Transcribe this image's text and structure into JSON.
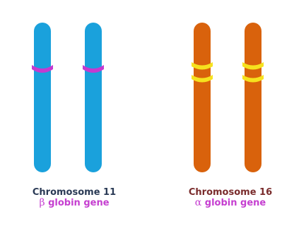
{
  "colors": {
    "chromosome_11": "#1aa1dc",
    "chromosome_16": "#d9620c",
    "beta_band": "#c43ad0",
    "alpha_band": "#f6e21e",
    "label_11": "#2a3a55",
    "label_16": "#7a2c2c",
    "gene_text": "#c53fd0"
  },
  "chromosome_11": {
    "title": "Chromosome 11",
    "gene_symbol": "β",
    "gene_text": " globin gene"
  },
  "chromosome_16": {
    "title": "Chromosome 16",
    "gene_symbol": "α",
    "gene_text": " globin gene"
  }
}
